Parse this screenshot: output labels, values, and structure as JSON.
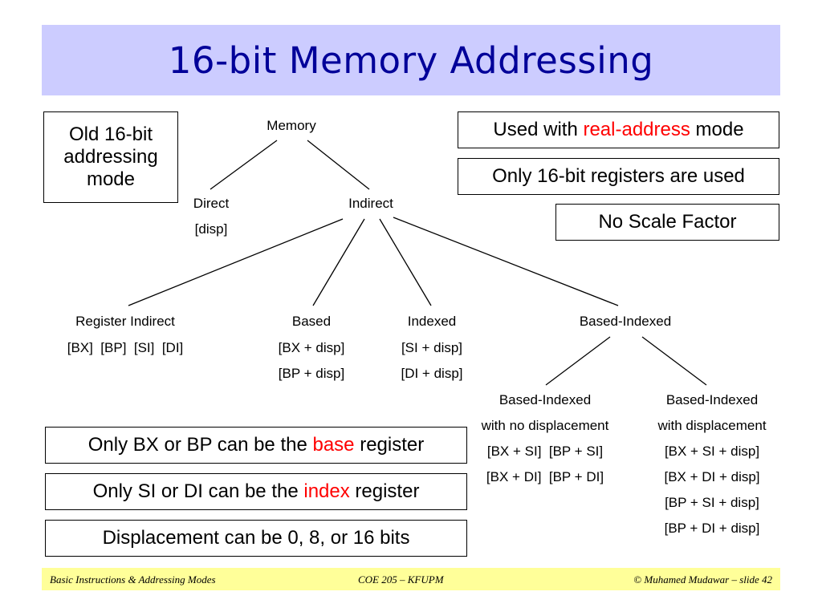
{
  "title": "16-bit Memory Addressing",
  "left_note": [
    "Old 16-bit",
    "addressing",
    "mode"
  ],
  "right_notes": {
    "n1_pre": "Used with ",
    "n1_red": "real-address",
    "n1_post": " mode",
    "n2": "Only 16-bit registers are used",
    "n3": "No Scale Factor"
  },
  "bottom_notes": {
    "b1_pre": "Only BX or BP can be the ",
    "b1_red": "base",
    "b1_post": " register",
    "b2_pre": "Only SI or DI can be the ",
    "b2_red": "index",
    "b2_post": " register",
    "b3": "Displacement can be 0, 8, or 16 bits"
  },
  "tree": {
    "memory": "Memory",
    "direct": "Direct",
    "direct_sub": "[disp]",
    "indirect": "Indirect",
    "register_indirect": "Register Indirect",
    "register_indirect_sub": "[BX]  [BP]  [SI]  [DI]",
    "based": "Based",
    "based_1": "[BX + disp]",
    "based_2": "[BP + disp]",
    "indexed": "Indexed",
    "indexed_1": "[SI + disp]",
    "indexed_2": "[DI + disp]",
    "based_indexed": "Based-Indexed",
    "bi_nodisp_1": "Based-Indexed",
    "bi_nodisp_2": "with no displacement",
    "bi_nodisp_3": "[BX + SI]  [BP + SI]",
    "bi_nodisp_4": "[BX + DI]  [BP + DI]",
    "bi_disp_1": "Based-Indexed",
    "bi_disp_2": "with displacement",
    "bi_disp_3": "[BX + SI + disp]",
    "bi_disp_4": "[BX + DI + disp]",
    "bi_disp_5": "[BP + SI + disp]",
    "bi_disp_6": "[BP + DI + disp]"
  },
  "footer": {
    "left": "Basic Instructions & Addressing Modes",
    "center": "COE 205 – KFUPM",
    "right": "© Muhamed Mudawar – slide 42"
  },
  "colors": {
    "title_band": "#ccccff",
    "title_text": "#000099",
    "highlight": "#ff0000",
    "footer_band": "#ffff99"
  }
}
